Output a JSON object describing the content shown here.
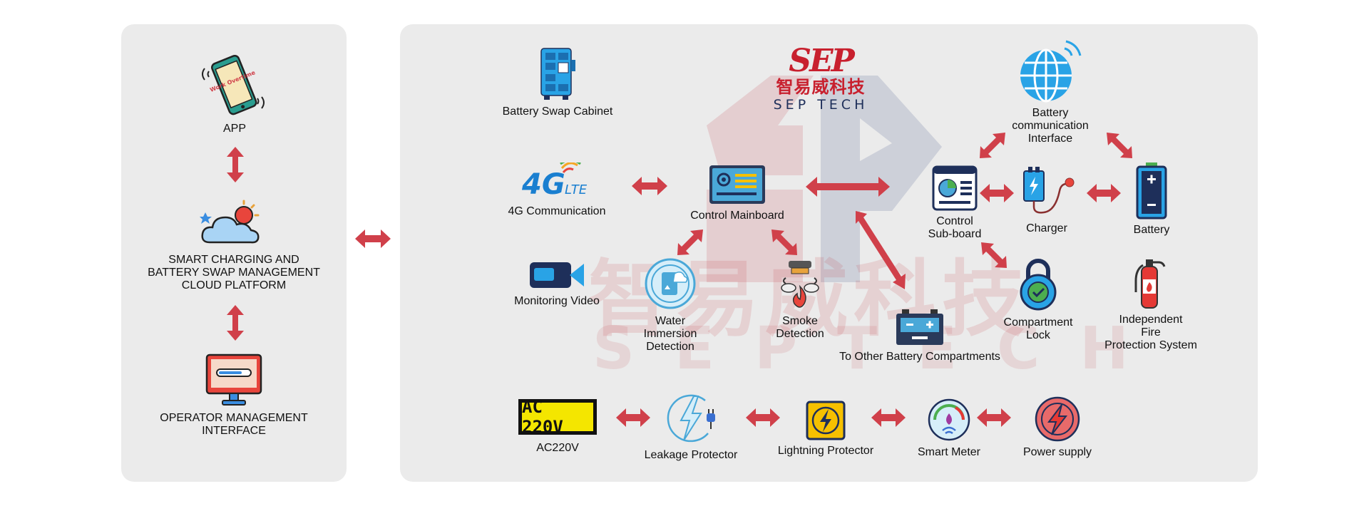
{
  "brand": {
    "logo_mark": "SEP",
    "logo_cn": "智易威科技",
    "logo_en": "SEP TECH",
    "watermark_cn": "智易威科技",
    "watermark_en": "SEPTECH",
    "accent": "#d0404a",
    "navy": "#1e2f5a"
  },
  "left": {
    "app": "APP",
    "phone_text": "Work Overtime",
    "cloud": "SMART CHARGING AND\nBATTERY SWAP MANAGEMENT\nCLOUD PLATFORM",
    "operator": "OPERATOR MANAGEMENT\nINTERFACE"
  },
  "nodes": {
    "cabinet": "Battery Swap Cabinet",
    "comm_4g": "4G Communication",
    "mainboard": "Control Mainboard",
    "video": "Monitoring Video",
    "water": "Water\nImmersion\nDetection",
    "smoke": "Smoke\nDetection",
    "batt_comm": "Battery\ncommunication\nInterface",
    "subboard": "Control\nSub-board",
    "charger": "Charger",
    "battery": "Battery",
    "lock": "Compartment\nLock",
    "fire": "Independent\nFire\nProtection System",
    "other": "To Other Battery Compartments"
  },
  "power_chain": {
    "ac": "AC220V",
    "ac_badge": "AC 220V",
    "leakage": "Leakage Protector",
    "lightning": "Lightning Protector",
    "meter": "Smart Meter",
    "supply": "Power supply"
  },
  "icons": [
    "phone-icon",
    "cloud-icon",
    "monitor-icon",
    "cabinet-icon",
    "lte-icon",
    "mainboard-icon",
    "camera-icon",
    "water-sensor-icon",
    "smoke-icon",
    "globe-icon",
    "subboard-icon",
    "charger-icon",
    "battery-icon",
    "lock-icon",
    "extinguisher-icon",
    "car-battery-icon",
    "ac-badge-icon",
    "leakage-icon",
    "lightning-icon",
    "meter-icon",
    "power-icon"
  ]
}
